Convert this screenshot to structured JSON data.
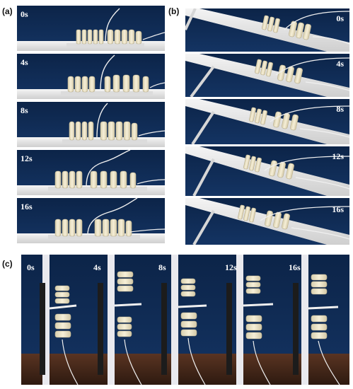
{
  "panels": {
    "a": {
      "label": "(a)",
      "frames": [
        {
          "time": "0s"
        },
        {
          "time": "4s"
        },
        {
          "time": "8s"
        },
        {
          "time": "12s"
        },
        {
          "time": "16s"
        }
      ]
    },
    "b": {
      "label": "(b)",
      "frames": [
        {
          "time": "0s"
        },
        {
          "time": "4s"
        },
        {
          "time": "8s"
        },
        {
          "time": "12s"
        },
        {
          "time": "16s"
        }
      ]
    },
    "c": {
      "label": "(c)",
      "frames": [
        {
          "time": "0s"
        },
        {
          "time": "4s"
        },
        {
          "time": "8s"
        },
        {
          "time": "12s"
        },
        {
          "time": "16s"
        }
      ]
    }
  },
  "colors": {
    "backdrop_blue": "#0f2a52",
    "table_white": "#e8e8e8",
    "robot_cream": "#ece3c8",
    "floor_brown": "#4a2a1a",
    "label_text": "#ffffff"
  }
}
